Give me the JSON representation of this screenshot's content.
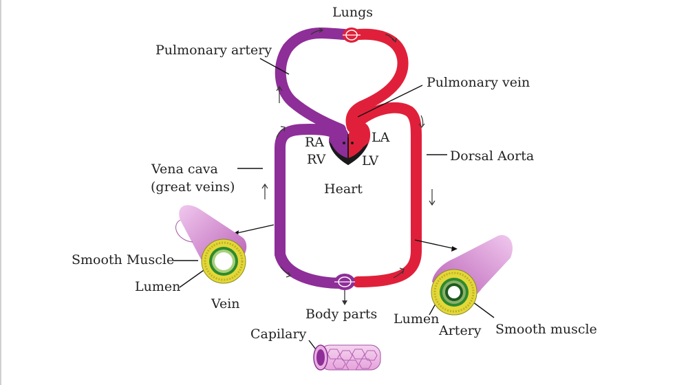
{
  "labels": {
    "lungs": "Lungs",
    "pulmonary_artery": "Pulmonary artery",
    "pulmonary_vein": "Pulmonary vein",
    "ra": "RA",
    "la": "LA",
    "rv": "RV",
    "lv": "LV",
    "dorsal_aorta": "Dorsal Aorta",
    "vena_cava_line1": "Vena cava",
    "vena_cava_line2": "(great veins)",
    "heart": "Heart",
    "smooth_muscle_vein": "Smooth Muscle",
    "lumen_vein": "Lumen",
    "vein": "Vein",
    "body_parts": "Body parts",
    "lumen_artery": "Lumen",
    "artery": "Artery",
    "smooth_muscle_artery": "Smooth muscle",
    "capilary": "Capilary"
  },
  "colors": {
    "deoxygenated": "#8e2e98",
    "oxygenated": "#e0203a",
    "heart_dark": "#1a1a1a",
    "vessel_wall": "#d89ad6",
    "muscle_ring": "#e3d83a",
    "inner_ring": "#2e8a2e"
  }
}
